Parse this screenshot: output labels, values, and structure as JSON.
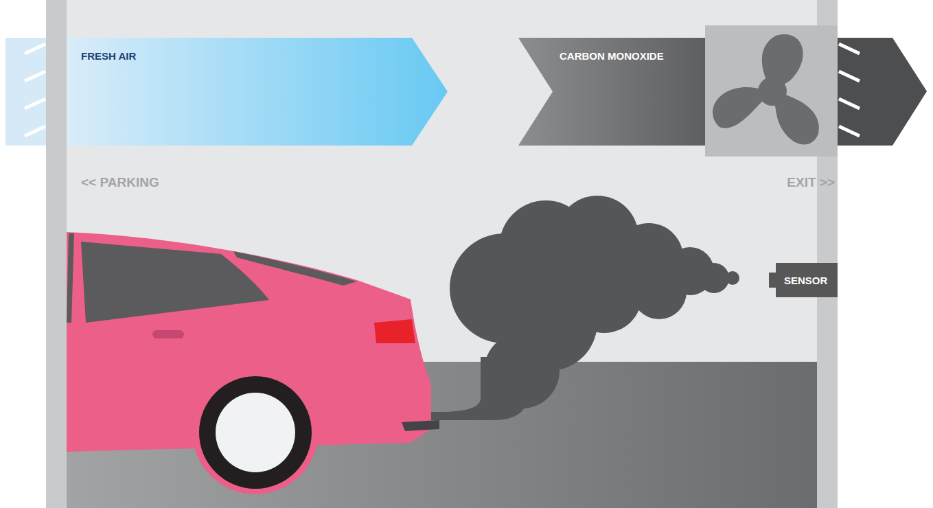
{
  "diagram": {
    "nodes": [
      {
        "text": [
          "FRESH AIR"
        ]
      },
      {
        "text": [
          "CARBON MONOXIDE"
        ]
      },
      {
        "text": [
          "SENSOR"
        ]
      }
    ],
    "labels": [
      "<< PARKING",
      "EXIT >>"
    ]
  }
}
